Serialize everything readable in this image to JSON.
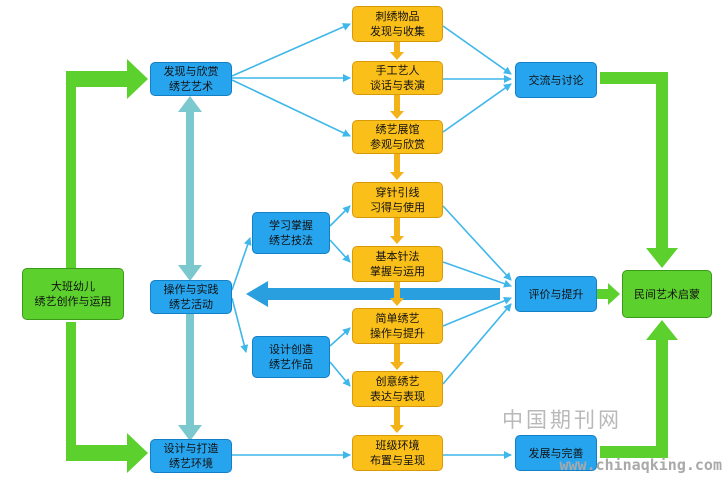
{
  "nodes": {
    "start": "大班幼儿\n绣艺创作与运用",
    "discover": "发现与欣赏\n绣艺艺术",
    "operate": "操作与实践\n绣艺活动",
    "design_env": "设计与打造\n绣艺环境",
    "learn_skill": "学习掌握\n绣艺技法",
    "design_work": "设计创造\n绣艺作品",
    "item_found": "刺绣物品\n发现与收集",
    "artisan": "手工艺人\n谈话与表演",
    "exhibit": "绣艺展馆\n参观与欣赏",
    "threading": "穿针引线\n习得与使用",
    "basic_stitch": "基本针法\n掌握与运用",
    "simple_emb": "简单绣艺\n操作与提升",
    "creative_emb": "创意绣艺\n表达与表现",
    "class_env": "班级环境\n布置与呈现",
    "exchange": "交流与讨论",
    "evaluate": "评价与提升",
    "develop": "发展与完善",
    "enlighten": "民间艺术启蒙"
  },
  "watermark": {
    "cn": "中国期刊网",
    "url": "www.chinaqking.com"
  },
  "colors": {
    "green": "#5cd12e",
    "blue": "#27a4ee",
    "orange": "#fbbf1a",
    "thin_arrow": "#3fb7ea",
    "double_arrow": "#7cc8cf",
    "orange_arrow": "#f3b21a",
    "big_blue_arrow": "#2a9fe0"
  }
}
